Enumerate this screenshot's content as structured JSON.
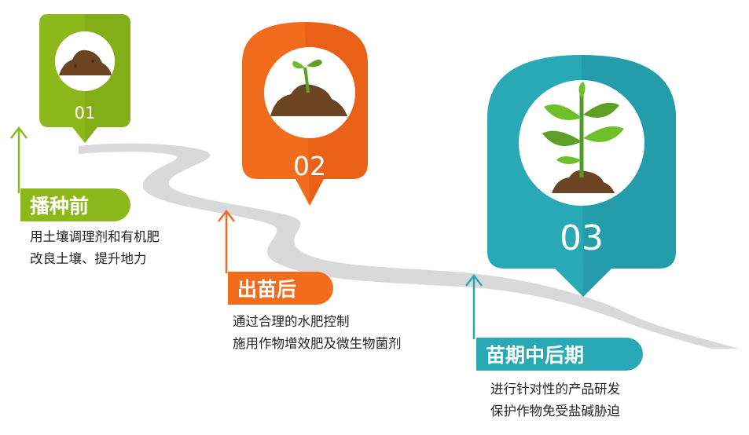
{
  "colors": {
    "stage1": "#8DB81C",
    "stage2": "#F26C1E",
    "stage3": "#29A9B6",
    "road": "#D9D9D9",
    "text": "#222222"
  },
  "stages": [
    {
      "number": "01",
      "title": "播种前",
      "lines": [
        "用土壤调理剂和有机肥",
        "改良土壤、提升地力"
      ],
      "icon": "soil-mound-icon"
    },
    {
      "number": "02",
      "title": "出苗后",
      "lines": [
        "通过合理的水肥控制",
        "施用作物增效肥及微生物菌剂"
      ],
      "icon": "seedling-icon"
    },
    {
      "number": "03",
      "title": "苗期中后期",
      "lines": [
        "进行针对性的产品研发",
        "保护作物免受盐碱胁迫"
      ],
      "icon": "young-plant-icon"
    }
  ]
}
